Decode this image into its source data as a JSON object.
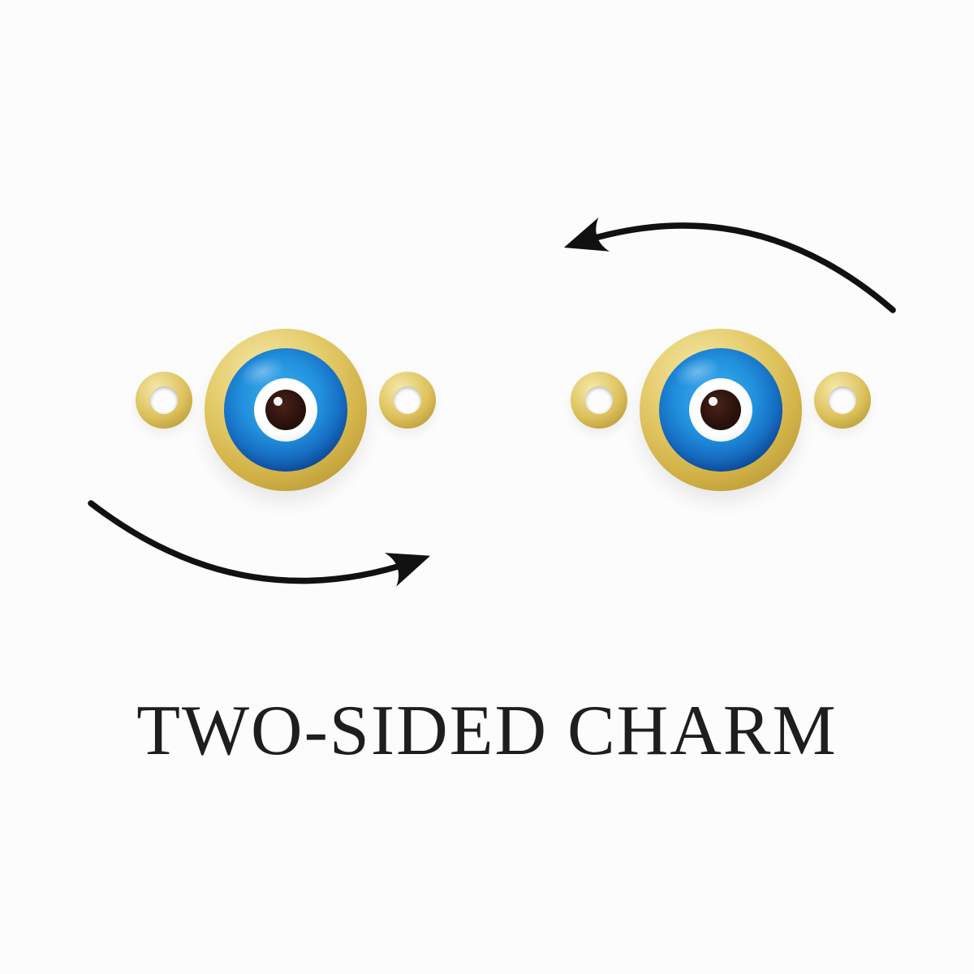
{
  "caption": {
    "text": "TWO-SIDED CHARM"
  },
  "icons": {
    "charm_left": "evil-eye-charm-front",
    "charm_right": "evil-eye-charm-back",
    "arrow_top": "rotate-counterclockwise-arrow",
    "arrow_bottom": "rotate-clockwise-arrow"
  },
  "colors": {
    "bg": "#fcfcfc",
    "gold": "#dcc05a",
    "gold_light": "#f6e9a8",
    "gold_dark": "#a9882a",
    "glass_blue": "#2190dd",
    "glass_blue_light": "#3fb0ee",
    "glass_navy": "#082a57",
    "eye_white": "#ffffff",
    "pupil": "#2a120c",
    "arrow": "#111111",
    "text": "#1e1e1e"
  }
}
